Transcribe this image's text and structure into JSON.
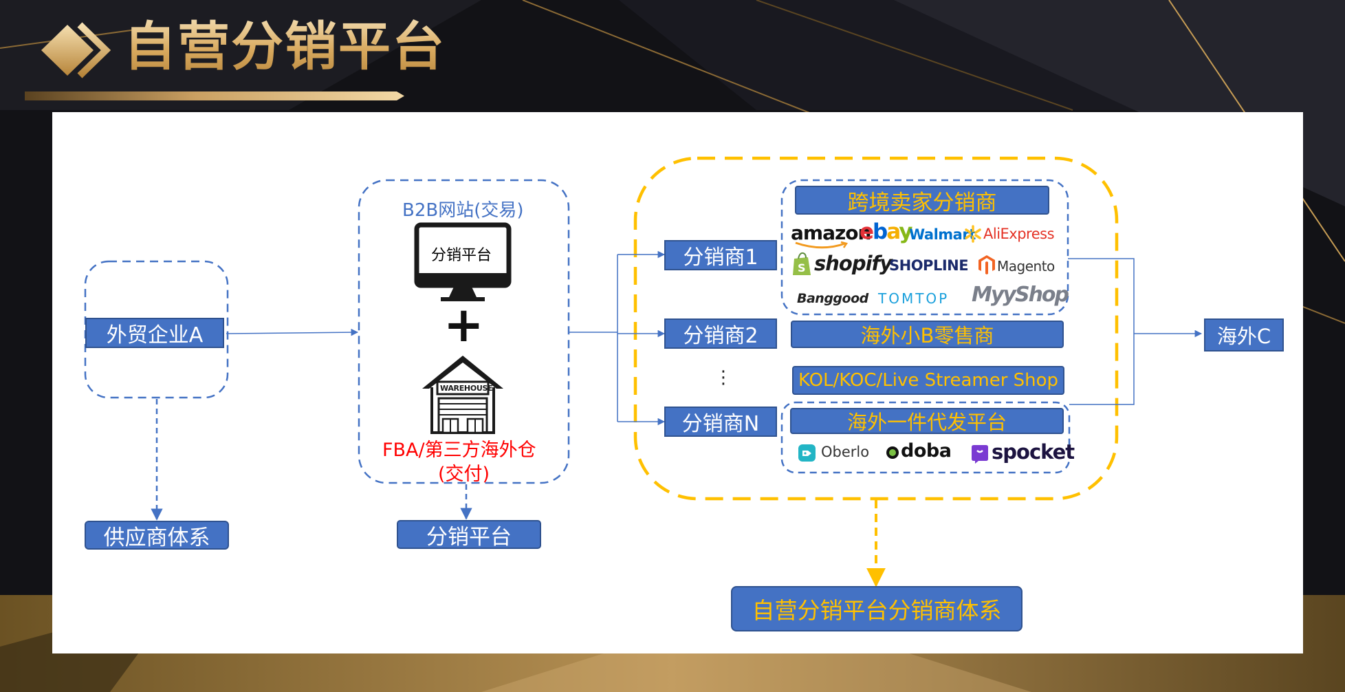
{
  "slide": {
    "title": "自营分销平台"
  },
  "nodes": {
    "trade_company": "外贸企业A",
    "supplier_system": "供应商体系",
    "b2b_site": "B2B网站(交易)",
    "monitor_label": "分销平台",
    "plus": "+",
    "warehouse_sign": "WAREHOUSE",
    "fba_line1": "FBA/第三方海外仓",
    "fba_line2": "(交付)",
    "platform_bottom": "分销平台",
    "distributor_1": "分销商1",
    "distributor_2": "分销商2",
    "ellipsis": "⋮",
    "distributor_n": "分销商N",
    "cross_border": "跨境卖家分销商",
    "small_b": "海外小B零售商",
    "kol": "KOL/KOC/Live Streamer Shop",
    "dropship": "海外一件代发平台",
    "overseas_c": "海外C",
    "self_system": "自营分销平台分销商体系"
  },
  "logos": {
    "amazon": "amazon",
    "ebay_e": "e",
    "ebay_b": "b",
    "ebay_a": "a",
    "ebay_y": "y",
    "walmart": "Walmart",
    "aliexpress": "AliExpress",
    "shopify": "shopify",
    "shopline": "SHOPLINE",
    "magento": "Magento",
    "banggood": "Banggood",
    "tomtop": "TOMTOP",
    "myshop": "MyyShop",
    "oberlo": "Oberlo",
    "doba": "doba",
    "spocket": "spocket"
  },
  "colors": {
    "box_fill": "#4472c4",
    "box_border": "#2f528f",
    "dash_blue": "#4472c4",
    "dash_gold": "#ffc000",
    "gold_text": "#ffc000",
    "warehouse_text": "#ff0000",
    "title_gold": "#e4bf7e"
  }
}
